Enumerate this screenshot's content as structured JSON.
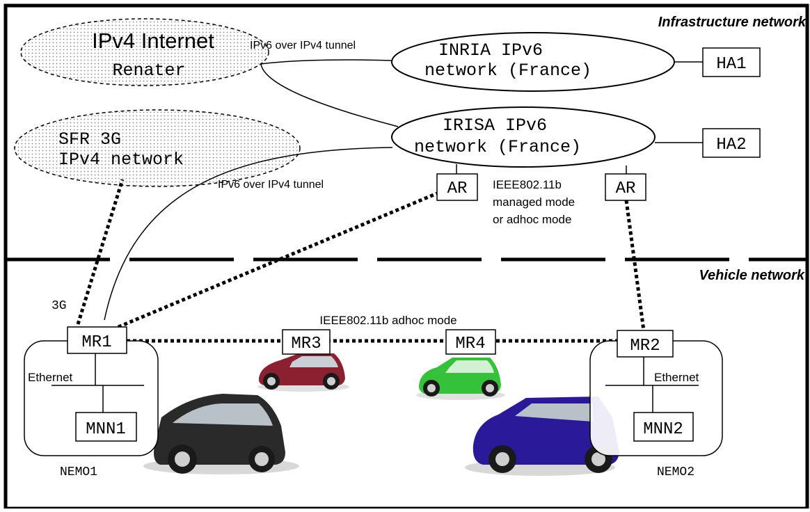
{
  "regions": {
    "infrastructure": "Infrastructure network",
    "vehicle": "Vehicle network"
  },
  "clouds": {
    "internet": {
      "title": "IPv4 Internet",
      "subtitle": "Renater"
    },
    "sfr": {
      "line1": "SFR 3G",
      "line2": "IPv4 network"
    }
  },
  "networks": {
    "inria": {
      "line1": "INRIA IPv6",
      "line2": "network (France)"
    },
    "irisa": {
      "line1": "IRISA IPv6",
      "line2": "network (France)"
    }
  },
  "nodes": {
    "ha1": "HA1",
    "ha2": "HA2",
    "ar1": "AR",
    "ar2": "AR",
    "mr1": "MR1",
    "mr2": "MR2",
    "mr3": "MR3",
    "mr4": "MR4",
    "mnn1": "MNN1",
    "mnn2": "MNN2"
  },
  "labels": {
    "tunnel_top": "IPv6 over IPv4 tunnel",
    "tunnel_bottom": "IPv6 over IPv4 tunnel",
    "wifi_line1": "IEEE802.11b",
    "wifi_line2": "managed mode",
    "wifi_line3": "or adhoc mode",
    "link_3g": "3G",
    "adhoc": "IEEE802.11b adhoc mode",
    "ethernet1": "Ethernet",
    "ethernet2": "Ethernet",
    "nemo1": "NEMO1",
    "nemo2": "NEMO2"
  },
  "colors": {
    "car_black": "#2a2a2a",
    "car_red": "#8a2030",
    "car_green": "#35c23a",
    "car_blue": "#2a1a9a"
  }
}
